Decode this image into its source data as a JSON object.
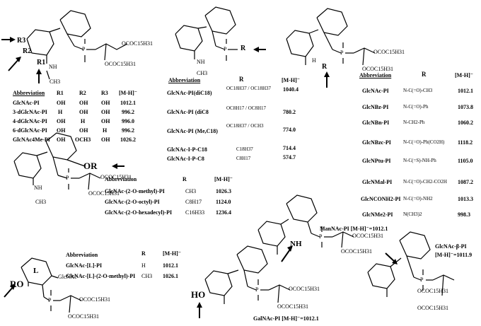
{
  "structure_labels": {
    "mol1": {
      "R3": "R3",
      "R2": "R2",
      "R1": "R1",
      "nh": "NH",
      "ch3": "CH3",
      "p": "P",
      "chain1": "OCOC15H31",
      "chain2": "OCOC15H31"
    },
    "mol2": {
      "r": "R",
      "nh": "NH",
      "ch3": "CH3",
      "p": "P"
    },
    "mol3": {
      "r": "R",
      "nh": "H",
      "p": "P",
      "chain1": "OCOC15H31",
      "chain2": "OCOC15H31"
    },
    "mol4": {
      "or": "OR",
      "nh": "NH",
      "ch3": "CH3",
      "p": "P",
      "chain1": "OCOC15H31",
      "chain2": "OCOC15H31"
    },
    "mol5": {
      "l": "L",
      "ro": "RO",
      "glcnac": "GlcNAc",
      "p": "P",
      "chain1": "OCOC15H31",
      "chain2": "OCOC15H31"
    },
    "mol6": {
      "caption": "ManNAc-PI [M-H]⁻=1012.1",
      "nh": "NH",
      "p": "P",
      "chain1": "OCOC15H31",
      "chain2": "OCOC15H31"
    },
    "mol7": {
      "ho": "HO",
      "caption": "GalNAc-PI [M-H]⁻=1012.1",
      "p": "P",
      "chain1": "OCOC15H31",
      "chain2": "OCOC15H31"
    },
    "mol8": {
      "caption1": "GlcNAc-β-PI",
      "caption2": "[M-H]⁻=1011.9",
      "p": "P",
      "chain1": "OCOC15H31",
      "chain2": "OCOC15H31"
    }
  },
  "table1": {
    "headers": [
      "Abbreviation",
      "R1",
      "R2",
      "R3",
      "[M-H]⁻"
    ],
    "rows": [
      [
        "GlcNAc-PI",
        "OH",
        "OH",
        "OH",
        "1012.1"
      ],
      [
        "3-dGlcNAc-PI",
        "H",
        "OH",
        "OH",
        "996.2"
      ],
      [
        "4-dGlcNAc-PI",
        "OH",
        "H",
        "OH",
        "996.0"
      ],
      [
        "6-dGlcNAc-PI",
        "OH",
        "OH",
        "H",
        "996.2"
      ],
      [
        "GlcNAc4Me-PI",
        "OH",
        "OCH3",
        "OH",
        "1026.2"
      ]
    ]
  },
  "table2": {
    "headers": [
      "Abbreviation",
      "R",
      "[M-H]⁻"
    ],
    "rows": [
      [
        "GlcNAc-PI(diC18)",
        "OC18H37 / OC18H37",
        "1040.4"
      ],
      [
        "GlcNAc-PI (diC8",
        "OC8H17 / OC8H17",
        "780.2"
      ],
      [
        "GlcNAc-PI (Me,C18)",
        "OC18H37 / OCH3",
        "774.0"
      ],
      [
        "GlcNAc-I-P-C18",
        "C18H37",
        "714.4"
      ],
      [
        "GlcNAc-I-P-C8",
        "C8H17",
        "574.7"
      ]
    ]
  },
  "table3": {
    "headers": [
      "Abbreviation",
      "R",
      "[M-H]⁻"
    ],
    "rows": [
      [
        "GlcNAc-PI",
        "N-C(=O)-CH3",
        "1012.1"
      ],
      [
        "GlcNBz-PI",
        "N-C(=O)-Ph",
        "1073.8"
      ],
      [
        "GlcNBn-PI",
        "N-CH2-Ph",
        "1060.2"
      ],
      [
        "GlcNBzc-PI",
        "N-C(=O)-Ph(CO2H)",
        "1118.2"
      ],
      [
        "GlcNPtu-PI",
        "N-C(=S)-NH-Ph",
        "1105.0"
      ],
      [
        "GlcNMal-PI",
        "N-C(=O)-CH2-CO2H",
        "1087.2"
      ],
      [
        "GlcNCONH2-PI",
        "N-C(=O)-NH2",
        "1013.3"
      ],
      [
        "GlcNMe2-PI",
        "N(CH3)2",
        "998.3"
      ]
    ]
  },
  "table4": {
    "headers": [
      "Abbreviation",
      "R",
      "[M-H]⁻"
    ],
    "rows": [
      [
        "GlcNAc-(2-O-methyl)-PI",
        "CH3",
        "1026.3"
      ],
      [
        "GlcNAc-(2-O-octyl)-PI",
        "C8H17",
        "1124.0"
      ],
      [
        "GlcNAc-(2-O-hexadecyl)-PI",
        "C16H33",
        "1236.4"
      ]
    ]
  },
  "table5": {
    "headers": [
      "Abbreviation",
      "R",
      "[M-H]⁻"
    ],
    "rows": [
      [
        "GlcNAc-[L]-PI",
        "H",
        "1012.1"
      ],
      [
        "GlcNAc-[L]-(2-O-methyl)-PI",
        "CH3",
        "1026.1"
      ]
    ]
  }
}
